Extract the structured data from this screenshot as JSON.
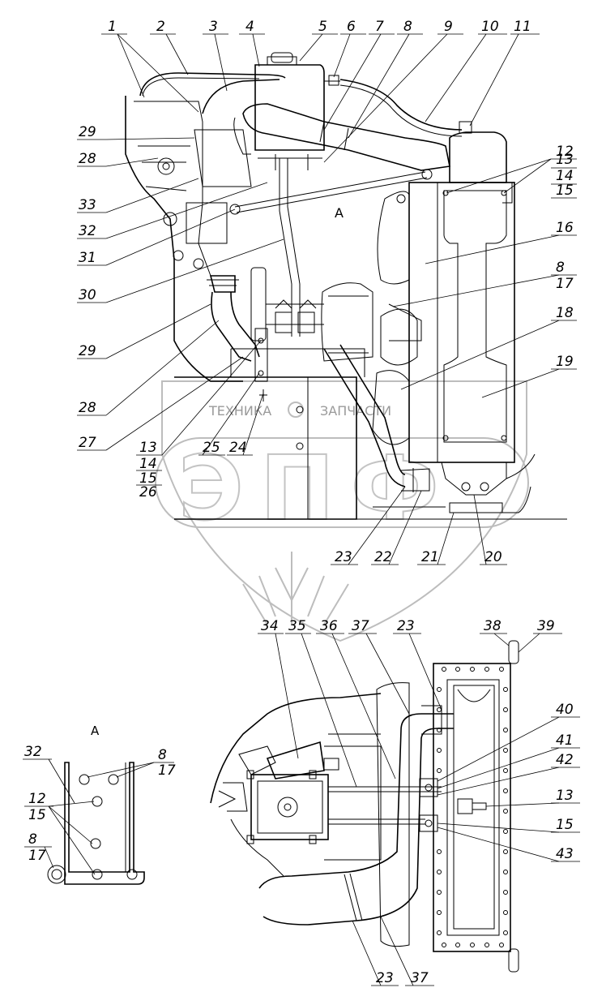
{
  "watermark": {
    "text_left": "ТЕХНИКА",
    "text_right": "ЗАПЧАСТИ",
    "logo_letters": "ЭПФ"
  },
  "view_label": "A",
  "inset_view_label": "A",
  "top_callouts": [
    "1",
    "2",
    "3",
    "4",
    "5",
    "6",
    "7",
    "8",
    "9",
    "10",
    "11"
  ],
  "right_callouts": [
    "12",
    "13",
    "14",
    "15",
    "16",
    "8",
    "17",
    "18",
    "19"
  ],
  "left_callouts": [
    "29",
    "28",
    "33",
    "32",
    "31",
    "30",
    "29",
    "28",
    "27"
  ],
  "bottom_callouts_top": [
    "13",
    "14",
    "15",
    "26",
    "25",
    "24",
    "23",
    "22",
    "21",
    "20"
  ],
  "bottom_view_callouts": [
    "34",
    "35",
    "36",
    "37",
    "23",
    "38",
    "39",
    "40",
    "41",
    "42",
    "13",
    "15",
    "43",
    "23",
    "37"
  ],
  "inset_callouts": [
    "32",
    "8",
    "17",
    "12",
    "15",
    "8",
    "17"
  ]
}
